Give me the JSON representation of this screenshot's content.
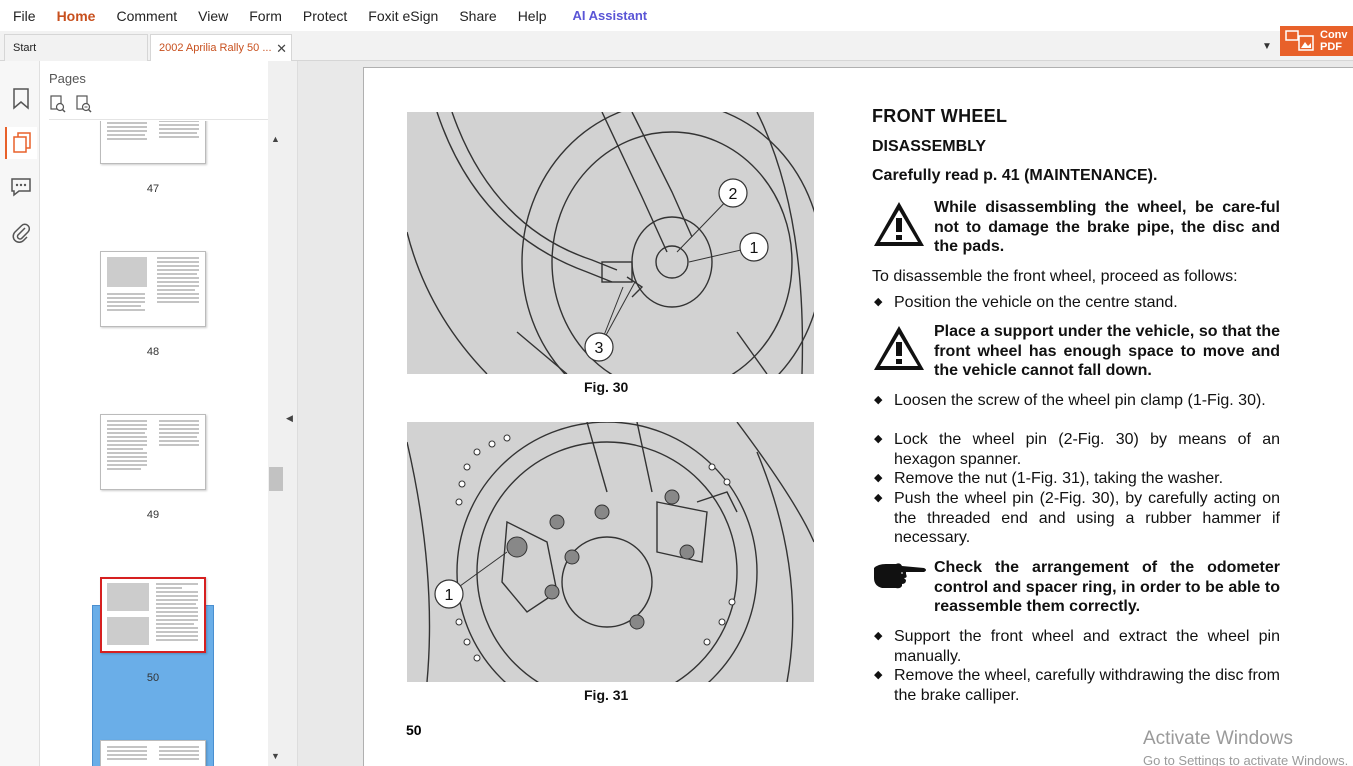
{
  "menu": {
    "items": [
      "File",
      "Home",
      "Comment",
      "View",
      "Form",
      "Protect",
      "Foxit eSign",
      "Share",
      "Help"
    ],
    "active": "Home",
    "ai_label": "AI Assistant"
  },
  "tabs": {
    "start": "Start",
    "doc": "2002 Aprilia Rally 50 ..."
  },
  "convert": {
    "label_line1": "Conv",
    "label_line2": "PDF"
  },
  "pages_panel": {
    "title": "Pages",
    "thumbnails": [
      {
        "num": "47"
      },
      {
        "num": "48"
      },
      {
        "num": "49"
      },
      {
        "num": "50",
        "selected": true
      }
    ]
  },
  "document": {
    "fig30_caption": "Fig. 30",
    "fig31_caption": "Fig. 31",
    "fig30_callouts": [
      "2",
      "1",
      "3"
    ],
    "fig31_callouts": [
      "1"
    ],
    "page_number": "50",
    "heading": "FRONT WHEEL",
    "subheading": "DISASSEMBLY",
    "read_note": "Carefully read p. 41 (MAINTENANCE).",
    "warning1": "While disassembling the wheel, be care-ful not to damage the brake pipe, the disc and the pads.",
    "intro": "To disassemble the front wheel, proceed as follows:",
    "bullet1": "Position the vehicle on the centre stand.",
    "warning2": "Place a support under the vehicle, so that the front wheel has enough space to move and the vehicle cannot fall down.",
    "bullets2": [
      "Loosen the screw of the wheel pin clamp (1-Fig. 30).",
      "Lock the wheel pin (2-Fig. 30) by means of an hexagon spanner.",
      "Remove the nut (1-Fig. 31), taking the washer.",
      "Push the wheel pin (2-Fig. 30), by carefully acting on the threaded end and using a rubber hammer if necessary."
    ],
    "note": "Check the arrangement of the odometer control and spacer ring, in order to be able to reassemble them correctly.",
    "bullets3": [
      "Support the front wheel and extract the wheel pin manually.",
      "Remove the wheel, carefully withdrawing the disc from the brake calliper."
    ]
  },
  "watermark": {
    "line1": "Activate Windows",
    "line2": "Go to Settings to activate Windows."
  },
  "colors": {
    "accent": "#c8501e",
    "ai": "#5a55d6",
    "selection": "#6aaee8"
  }
}
